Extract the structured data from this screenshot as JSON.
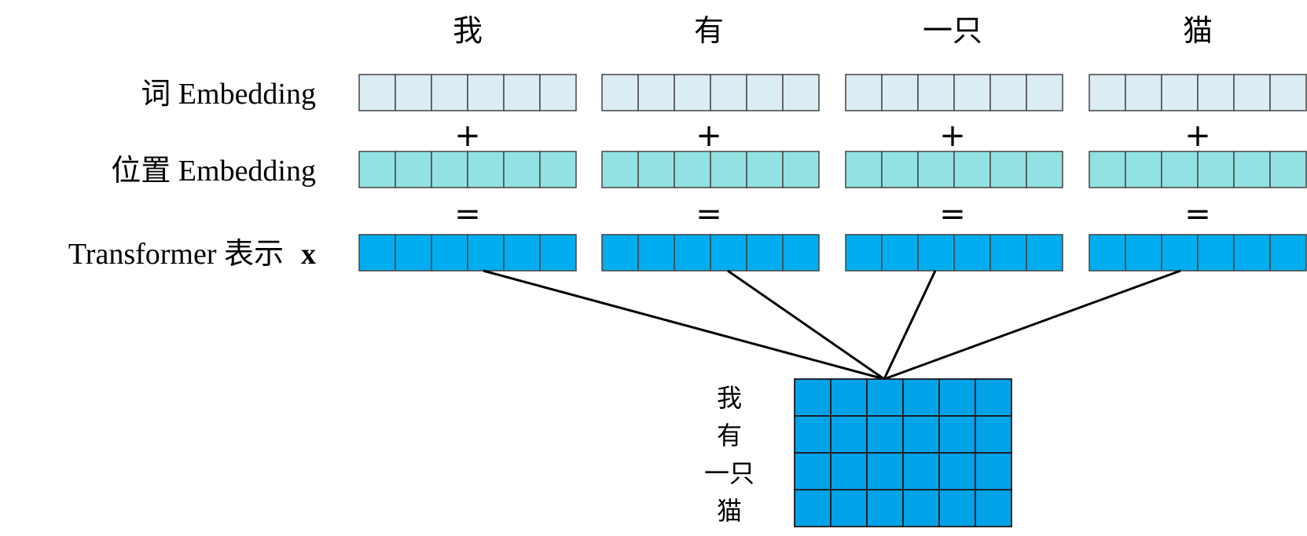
{
  "tokens": [
    "我",
    "有",
    "一只",
    "猫"
  ],
  "row_labels": {
    "word_prefix": "词",
    "word_suffix": "Embedding",
    "pos_prefix": "位置",
    "pos_suffix": "Embedding",
    "trans_prefix": "Transformer 表示",
    "trans_var": "x"
  },
  "operators": {
    "plus": "+",
    "equals": "="
  },
  "matrix_row_labels": [
    "我",
    "有",
    "一只",
    "猫"
  ],
  "colors": {
    "word_embedding": "#dcecf3",
    "position_embedding": "#92e2e3",
    "transformer": "#00adef",
    "matrix": "#00a2e8",
    "stroke": "#444444"
  },
  "cells_per_vector": 6,
  "matrix_shape": [
    4,
    6
  ]
}
